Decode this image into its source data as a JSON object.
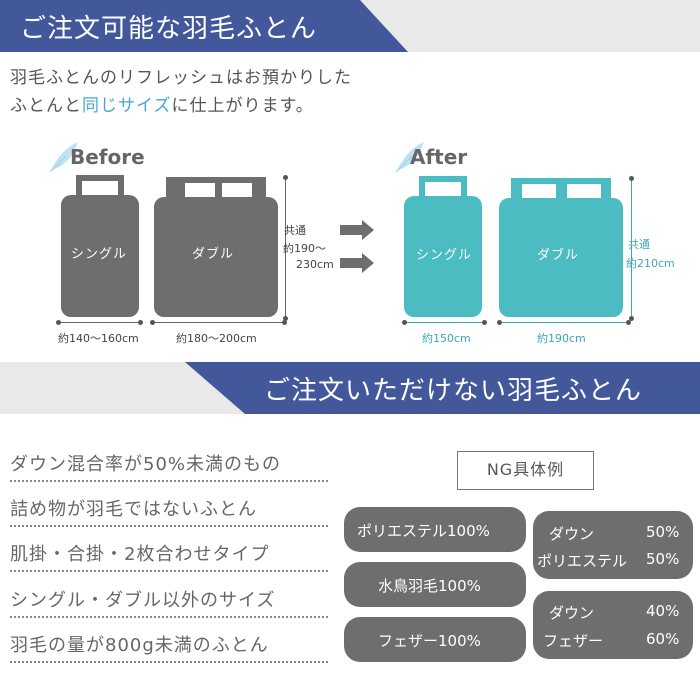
{
  "header1": {
    "title": "ご注文可能な羽毛ふとん"
  },
  "intro": {
    "line1": "羽毛ふとんのリフレッシュはお預かりした",
    "line2_pre": "ふとんと",
    "line2_hl": "同じサイズ",
    "line2_post": "に仕上がります。"
  },
  "before": {
    "label": "Before",
    "single_label": "シングル",
    "double_label": "ダブル",
    "single_width": "約140～160cm",
    "double_width": "約180～200cm",
    "length_common": "共通",
    "length_range": "約190～",
    "length_end": "230cm"
  },
  "after": {
    "label": "After",
    "single_label": "シングル",
    "double_label": "ダブル",
    "single_width": "約150cm",
    "double_width": "約190cm",
    "length_common": "共通",
    "length_value": "約210cm"
  },
  "header2": {
    "title": "ご注文いただけない羽毛ふとん"
  },
  "ng_list": [
    "ダウン混合率が50%未満のもの",
    "詰め物が羽毛ではないふとん",
    "肌掛・合掛・2枚合わせタイプ",
    "シングル・ダブル以外のサイズ",
    "羽毛の量が800g未満のふとん"
  ],
  "ng_examples": {
    "title": "NG具体例",
    "polyester": "ポリエステル100%",
    "waterfowl": "水鳥羽毛100%",
    "feather": "フェザー100%",
    "mix1": {
      "a_name": "ダウン",
      "a_pct": "50%",
      "b_name": "ポリエステル",
      "b_pct": "50%"
    },
    "mix2": {
      "a_name": "ダウン",
      "a_pct": "40%",
      "b_name": "フェザー",
      "b_pct": "60%"
    }
  },
  "colors": {
    "navy": "#42589a",
    "gray_bed": "#6e6e6e",
    "teal_bed": "#4bbcc1",
    "highlight": "#46a6d6"
  }
}
